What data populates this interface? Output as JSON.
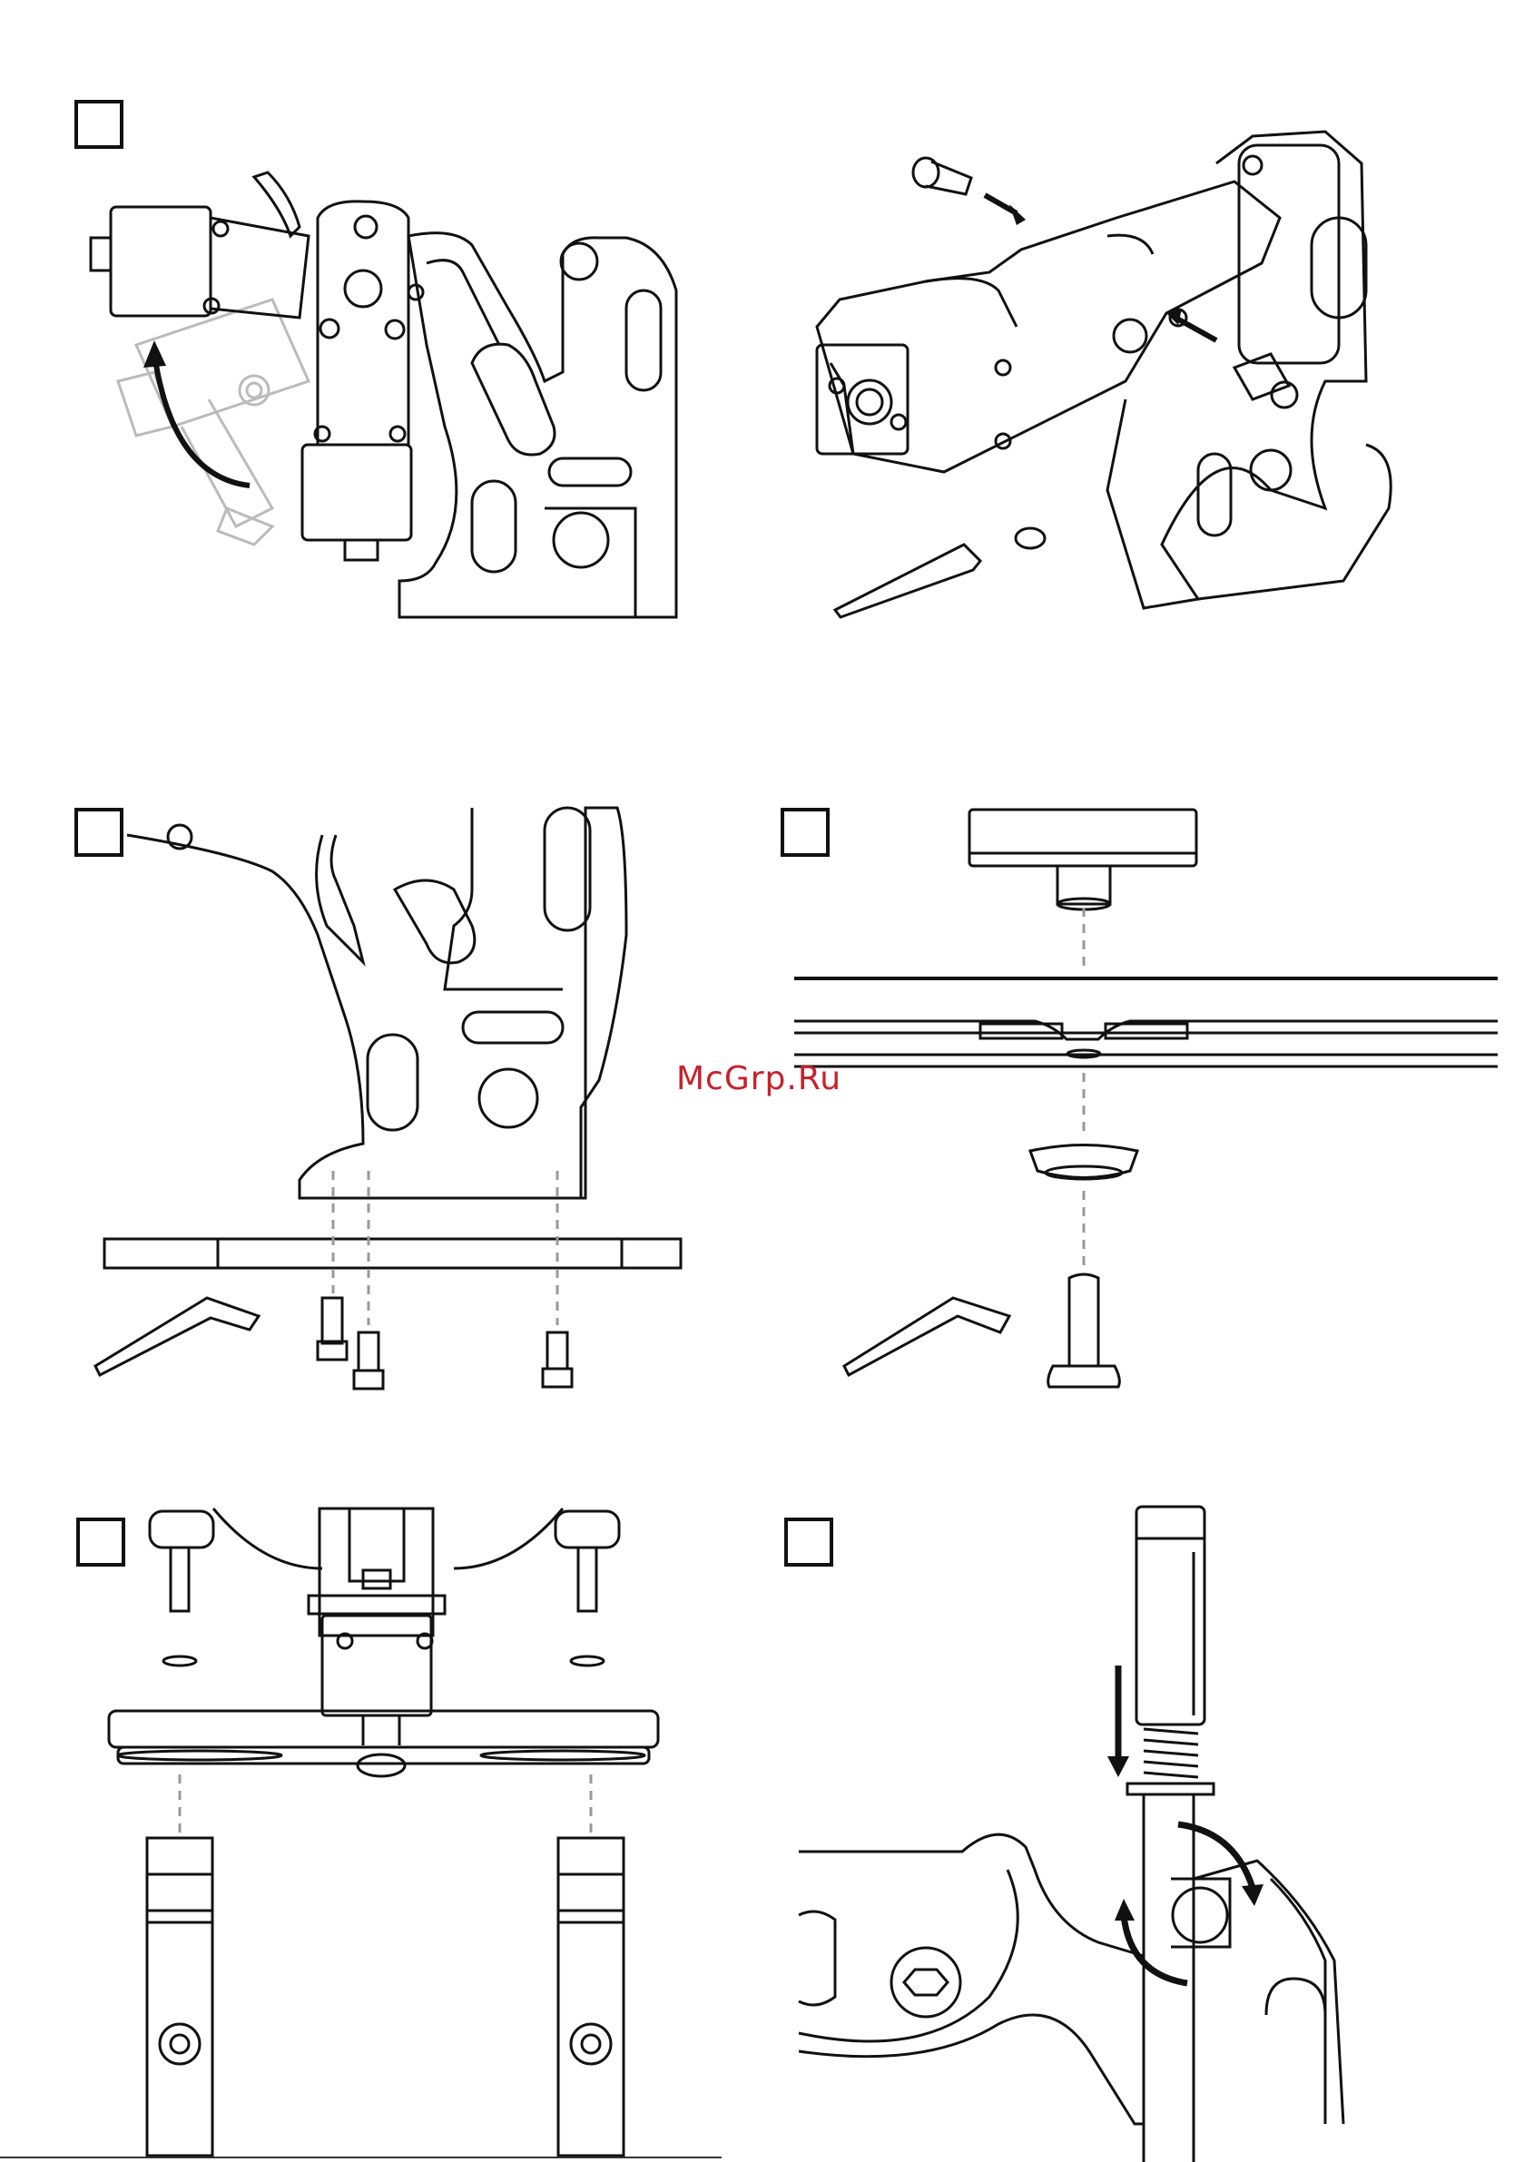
{
  "watermark": {
    "text": "McGrp.Ru",
    "color": "#c8202a"
  },
  "steps": [
    {
      "id": 1,
      "label": ""
    },
    {
      "id": 2,
      "label": ""
    },
    {
      "id": 3,
      "label": ""
    },
    {
      "id": 4,
      "label": ""
    },
    {
      "id": 5,
      "label": ""
    },
    {
      "id": 6,
      "label": ""
    }
  ]
}
